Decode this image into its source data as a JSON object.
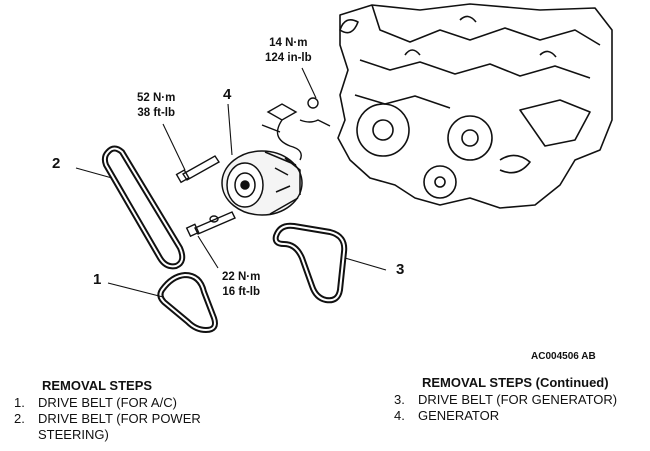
{
  "callouts": {
    "c1": "1",
    "c2": "2",
    "c3": "3",
    "c4": "4"
  },
  "torques": {
    "top_right": {
      "metric": "14 N·m",
      "imperial": "124 in-lb"
    },
    "upper_bolt": {
      "metric": "52 N·m",
      "imperial": "38 ft-lb"
    },
    "lower_bolt": {
      "metric": "22 N·m",
      "imperial": "16 ft-lb"
    }
  },
  "figure_code": "AC004506 AB",
  "steps_left": {
    "heading": "REMOVAL STEPS",
    "items": [
      {
        "num": "1.",
        "text": "DRIVE BELT (FOR A/C)"
      },
      {
        "num": "2.",
        "text": "DRIVE BELT (FOR POWER STEERING)"
      }
    ]
  },
  "steps_right": {
    "heading": "REMOVAL STEPS (Continued)",
    "items": [
      {
        "num": "3.",
        "text": "DRIVE BELT (FOR GENERATOR)"
      },
      {
        "num": "4.",
        "text": "GENERATOR"
      }
    ]
  }
}
